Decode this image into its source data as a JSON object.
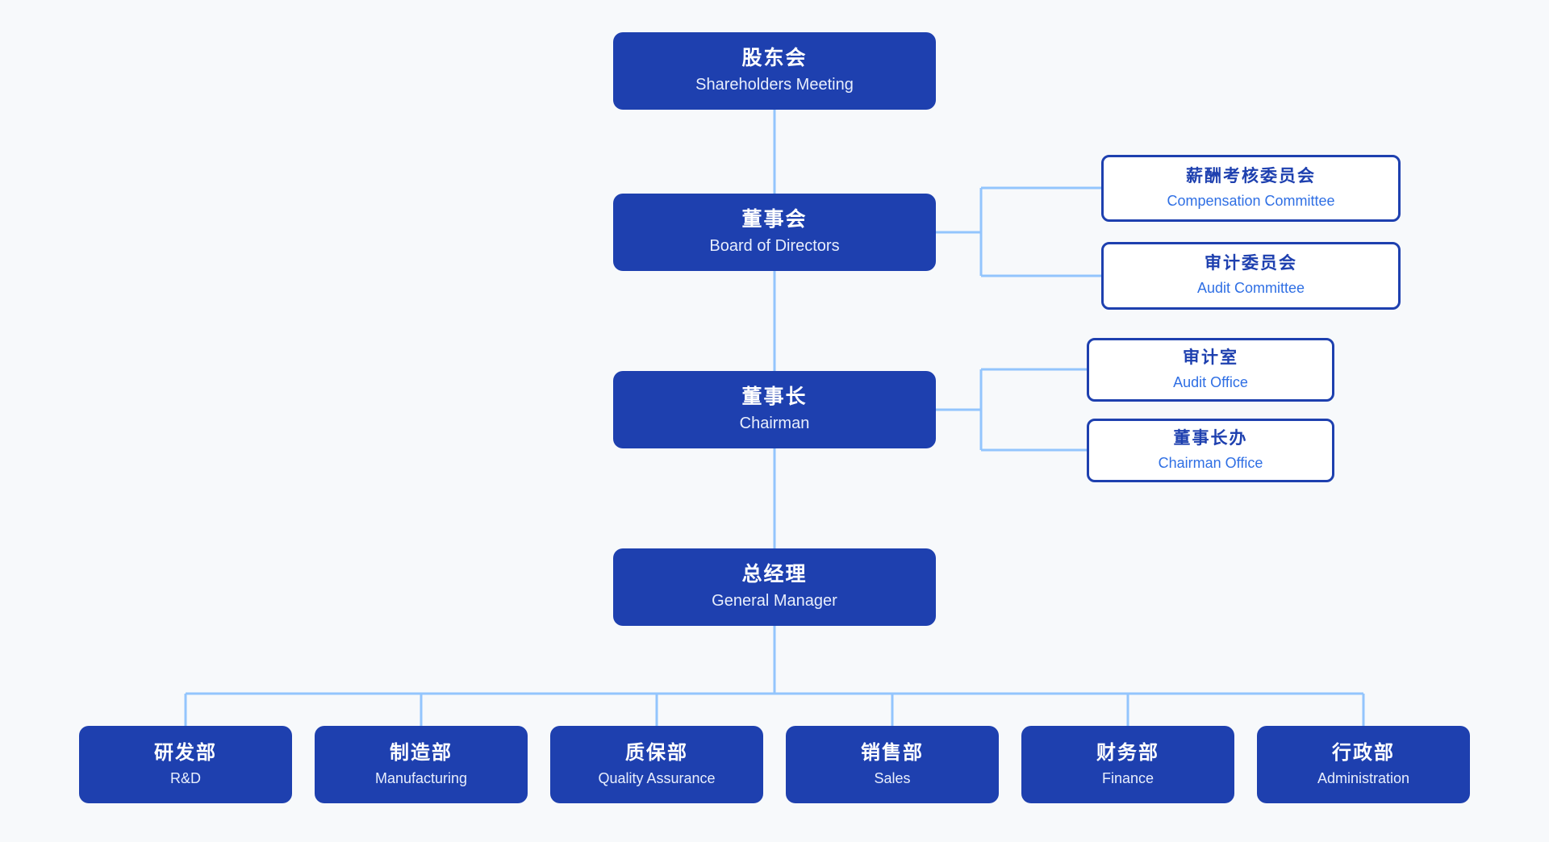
{
  "colors": {
    "primary_box": "#1e40af",
    "secondary_border": "#1e40af",
    "secondary_text": "#2f6fe4",
    "connector": "#93c5fd",
    "background": "#f7f9fb"
  },
  "nodes": {
    "shareholders": {
      "zh": "股东会",
      "en": "Shareholders Meeting"
    },
    "board": {
      "zh": "董事会",
      "en": "Board of Directors"
    },
    "chairman": {
      "zh": "董事长",
      "en": "Chairman"
    },
    "general_manager": {
      "zh": "总经理",
      "en": "General Manager"
    },
    "compensation_committee": {
      "zh": "薪酬考核委员会",
      "en": "Compensation Committee"
    },
    "audit_committee": {
      "zh": "审计委员会",
      "en": "Audit Committee"
    },
    "audit_office": {
      "zh": "审计室",
      "en": "Audit Office"
    },
    "chairman_office": {
      "zh": "董事长办",
      "en": "Chairman Office"
    }
  },
  "departments": [
    {
      "zh": "研发部",
      "en": "R&D"
    },
    {
      "zh": "制造部",
      "en": "Manufacturing"
    },
    {
      "zh": "质保部",
      "en": "Quality Assurance"
    },
    {
      "zh": "销售部",
      "en": "Sales"
    },
    {
      "zh": "财务部",
      "en": "Finance"
    },
    {
      "zh": "行政部",
      "en": "Administration"
    }
  ]
}
